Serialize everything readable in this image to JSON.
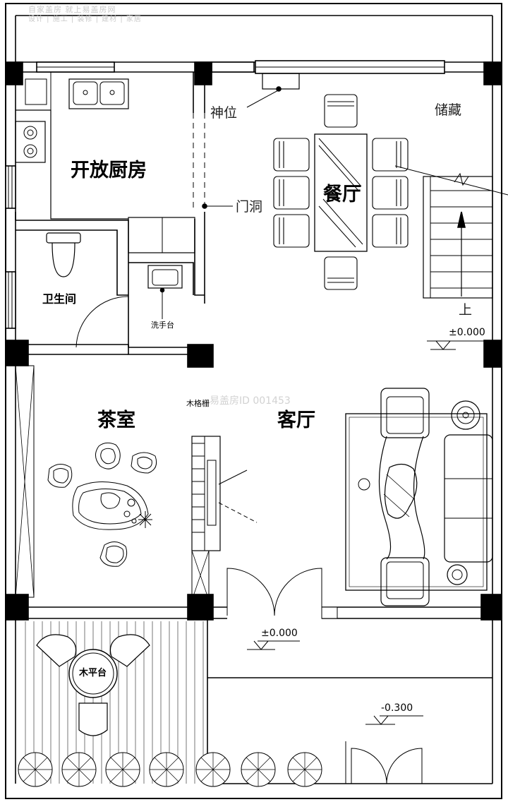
{
  "watermark": {
    "brand_line": "自家盖房 就上易盖房网",
    "tags_line": "设计 | 施工 | 装修 | 建材 | 家居",
    "id_text": "易盖房ID 001453"
  },
  "rooms": {
    "kitchen": "开放厨房",
    "dining": "餐厅",
    "bathroom": "卫生间",
    "tea_room": "茶室",
    "living": "客厅",
    "deck": "木平台"
  },
  "annotations": {
    "shrine": "神位",
    "storage": "储藏",
    "doorway": "门洞",
    "washbasin": "洗手台",
    "stair_up": "上",
    "wood_screen": "木格栅"
  },
  "elevations": {
    "stair_landing": "±0.000",
    "entry": "±0.000",
    "yard": "-0.300"
  },
  "colors": {
    "line": "#000000",
    "watermark": "#c9c9c9"
  }
}
